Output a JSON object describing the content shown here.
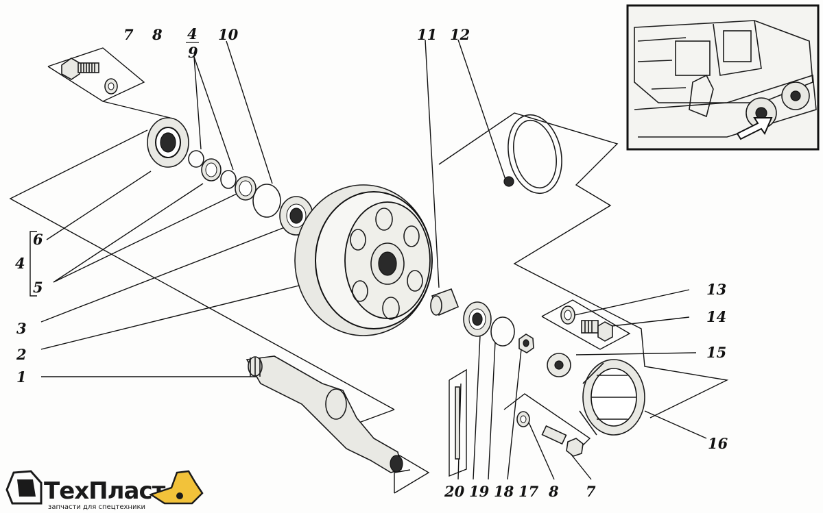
{
  "callouts": {
    "c1": "1",
    "c2": "2",
    "c3": "3",
    "c4": "4",
    "c5": "5",
    "c6": "6",
    "c7": "7",
    "c8": "8",
    "c9": "9",
    "c10": "10",
    "c11": "11",
    "c12": "12",
    "c13": "13",
    "c14": "14",
    "c15": "15",
    "c16": "16",
    "c17": "17",
    "c18": "18",
    "c19": "19",
    "c20": "20"
  },
  "logo": {
    "name": "ТехПласт",
    "tagline": "запчасти для спецтехники",
    "accent_color": "#f2c23a"
  }
}
